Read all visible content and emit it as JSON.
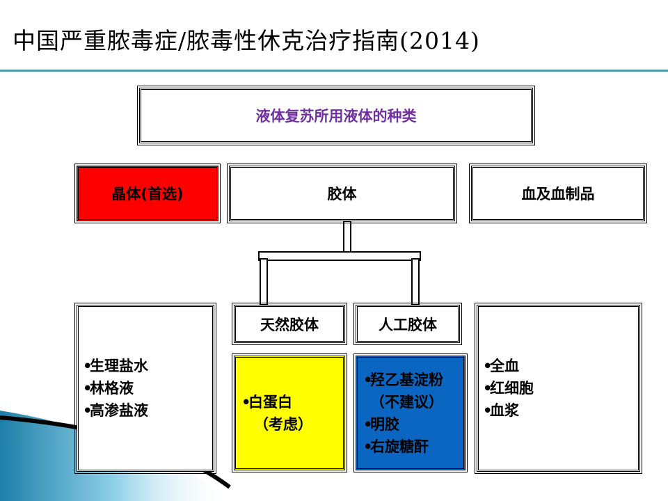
{
  "slide": {
    "title": "中国严重脓毒症/脓毒性休克治疗指南(2014)"
  },
  "diagram": {
    "root": "液体复苏所用液体的种类",
    "level1": {
      "crystal": "晶体(首选)",
      "colloid": "胶体",
      "blood": "血及血制品"
    },
    "level2": {
      "natural": "天然胶体",
      "artificial": "人工胶体"
    },
    "details": {
      "crystal": [
        "生理盐水",
        "林格液",
        "高渗盐液"
      ],
      "natural": {
        "item": "白蛋白",
        "note": "（考虑）"
      },
      "artificial": [
        "羟乙基淀粉（不建议）",
        "明胶",
        "右旋糖酐"
      ],
      "blood": [
        "全血",
        "红细胞",
        "血浆"
      ]
    },
    "colors": {
      "crystal_fill": "#ff0000",
      "natural_fill": "#ffff00",
      "artificial_fill": "#0a66c0",
      "root_text": "#7030a0",
      "title_rule": "#4a9aa8"
    }
  }
}
